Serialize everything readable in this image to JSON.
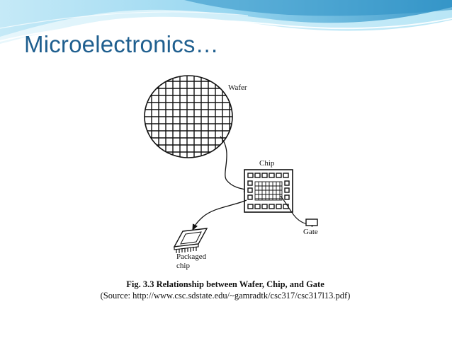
{
  "slide": {
    "title": "Microelectronics…"
  },
  "diagram": {
    "labels": {
      "wafer": "Wafer",
      "chip": "Chip",
      "gate": "Gate",
      "packaged_line1": "Packaged",
      "packaged_line2": "chip"
    },
    "caption": {
      "line1": "Fig. 3.3 Relationship between Wafer, Chip, and Gate",
      "line2": "(Source: http://www.csc.sdstate.edu/~gamradtk/csc317/csc317l13.pdf)"
    }
  },
  "colors": {
    "title": "#1f5f8f",
    "wave_dark": "#2b8fc4",
    "wave_light": "#8fd3ef",
    "line": "#111111"
  }
}
